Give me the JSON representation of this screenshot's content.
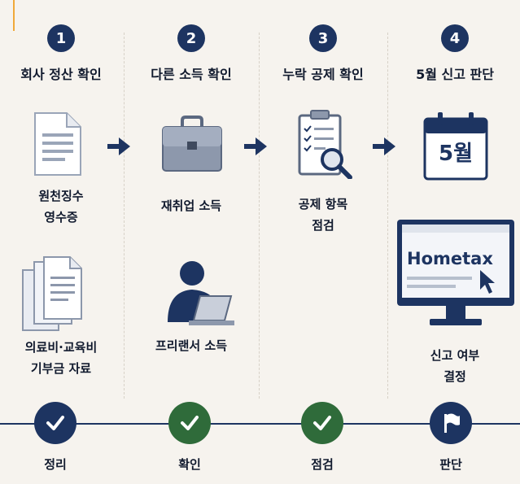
{
  "steps": [
    {
      "number": "1",
      "title": "회사 정산 확인",
      "items": [
        "원천징수\n영수증",
        "의료비·교육비\n기부금 자료"
      ]
    },
    {
      "number": "2",
      "title": "다른 소득 확인",
      "items": [
        "재취업 소득",
        "프리랜서 소득"
      ]
    },
    {
      "number": "3",
      "title": "누락 공제 확인",
      "items": [
        "공제 항목\n점검"
      ]
    },
    {
      "number": "4",
      "title": "5월 신고 판단",
      "items": [
        "신고 여부\n결정"
      ]
    }
  ],
  "calendar_text": "5월",
  "monitor_text": "Hometax",
  "timeline": [
    {
      "label": "정리",
      "icon": "check-icon",
      "color": "#1d3461"
    },
    {
      "label": "확인",
      "icon": "check-icon",
      "color": "#2f6b3a"
    },
    {
      "label": "점검",
      "icon": "check-icon",
      "color": "#2f6b3a"
    },
    {
      "label": "판단",
      "icon": "flag-icon",
      "color": "#1d3461"
    }
  ],
  "colors": {
    "navy": "#1d3461",
    "green": "#2f6b3a",
    "background": "#f6f3ee"
  }
}
